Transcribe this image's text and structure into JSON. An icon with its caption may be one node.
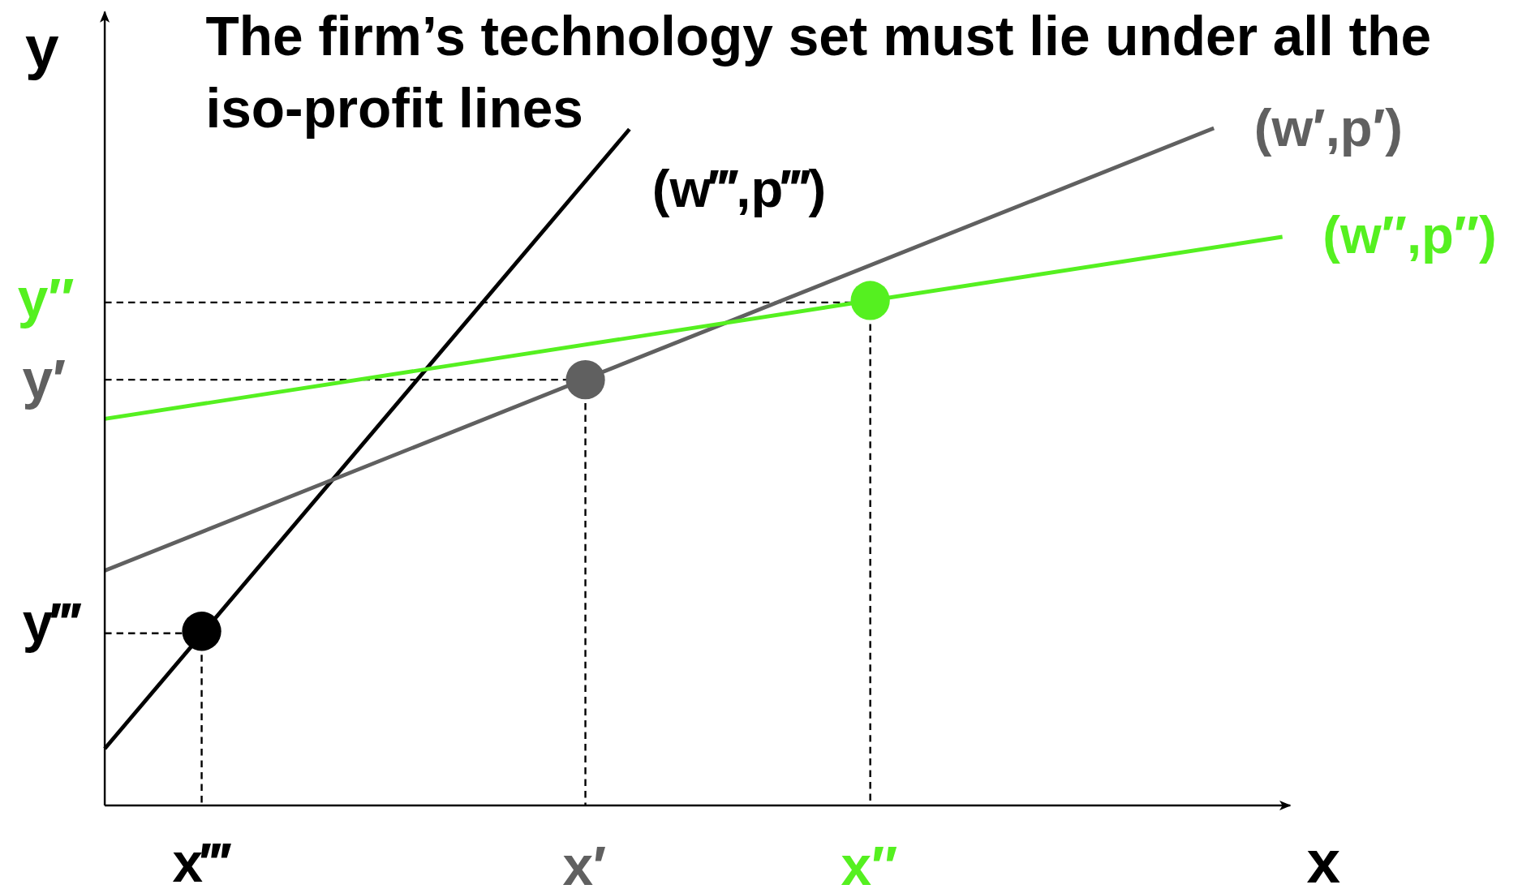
{
  "diagram": {
    "title": "The firm’s technology set must lie under all the iso-profit lines",
    "labels": [
      "y",
      "(w′,p′)",
      "(w‴,p‴)",
      "(w″,p″)",
      "y″",
      "y′",
      "y‴",
      "x",
      "x‴",
      "x′",
      "x″"
    ]
  }
}
